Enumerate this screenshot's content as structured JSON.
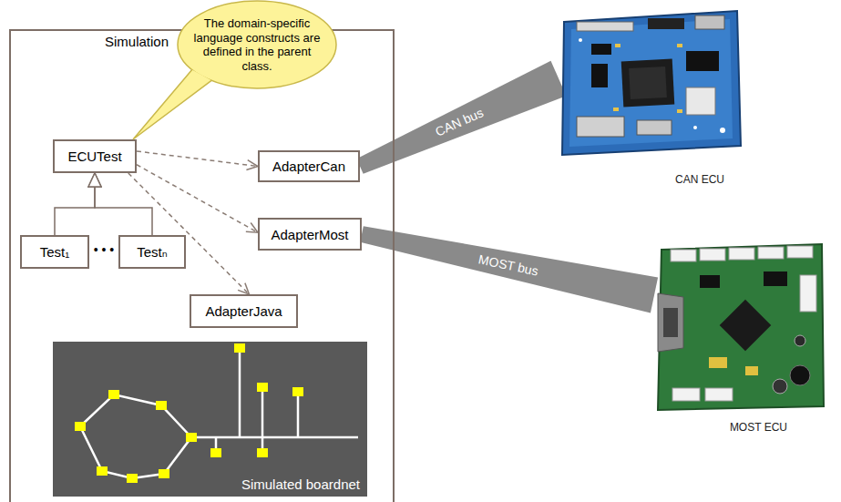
{
  "diagram": {
    "nodes": [
      {
        "text": [
          "Simulation"
        ]
      },
      {
        "text": [
          "The domain-specific language constructs are defined in the parent class."
        ]
      },
      {
        "text": [
          "ECUTest"
        ],
        "in": 0
      },
      {
        "text": [
          "AdapterCan"
        ],
        "in": 0
      },
      {
        "text": [
          "AdapterMost"
        ],
        "in": 0
      },
      {
        "text": [
          "Test₁"
        ],
        "in": 0
      },
      {
        "text": [
          "Testₙ"
        ],
        "in": 0
      },
      {
        "text": [
          "AdapterJava"
        ],
        "in": 0
      },
      {
        "text": [
          "Simulated boardnet"
        ],
        "in": 0
      },
      {
        "text": [
          "CAN ECU"
        ]
      },
      {
        "text": [
          "MOST ECU"
        ]
      }
    ],
    "edges": [
      {
        "from": 5,
        "to": 2,
        "arrow": "to"
      },
      {
        "from": 6,
        "to": 2,
        "arrow": "to"
      },
      {
        "from": 2,
        "to": 3,
        "arrow": "to"
      },
      {
        "from": 2,
        "to": 4,
        "arrow": "to"
      },
      {
        "from": 2,
        "to": 7,
        "arrow": "to"
      },
      {
        "from": 3,
        "to": 9,
        "arrow": "none",
        "label": "CAN bus"
      },
      {
        "from": 4,
        "to": 10,
        "arrow": "none",
        "label": "MOST bus"
      }
    ],
    "labels": [
      "• • •"
    ]
  }
}
